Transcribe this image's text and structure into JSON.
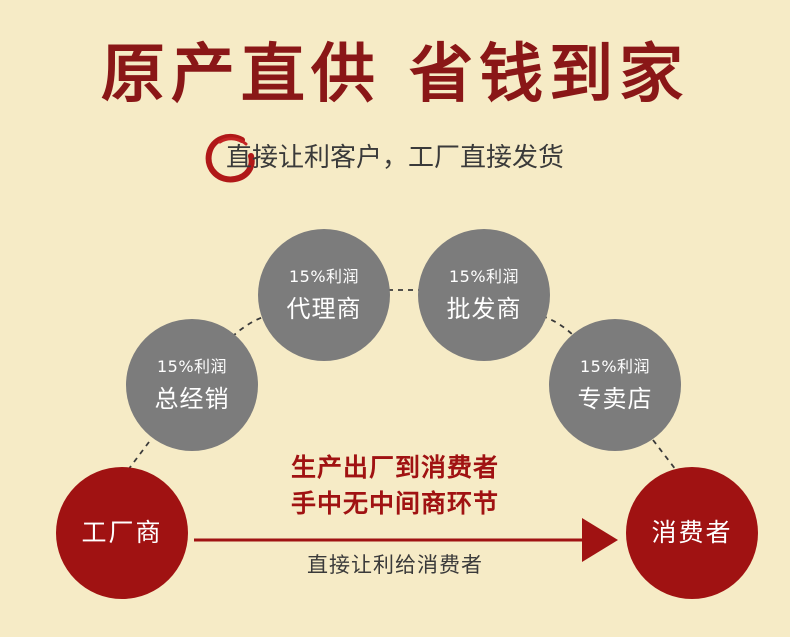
{
  "header": {
    "title": "原产直供  省钱到家",
    "subtitle": "直接让利客户，工厂直接发货"
  },
  "nodes": {
    "zongjingxiao": {
      "pct": "15%利润",
      "role": "总经销"
    },
    "dailishang": {
      "pct": "15%利润",
      "role": "代理商"
    },
    "pifashang": {
      "pct": "15%利润",
      "role": "批发商"
    },
    "zhuanmaidian": {
      "pct": "15%利润",
      "role": "专卖店"
    },
    "gongchang": {
      "role": "工厂商"
    },
    "xiaofeizhe": {
      "role": "消费者"
    }
  },
  "message": {
    "line1": "生产出厂到消费者",
    "line2": "手中无中间商环节",
    "note": "直接让利给消费者"
  },
  "colors": {
    "background": "#f6ebc6",
    "accent_red": "#a01212",
    "title_red": "#8a1717",
    "node_gray": "#7c7c7c",
    "text_dark": "#3a3a3a"
  }
}
